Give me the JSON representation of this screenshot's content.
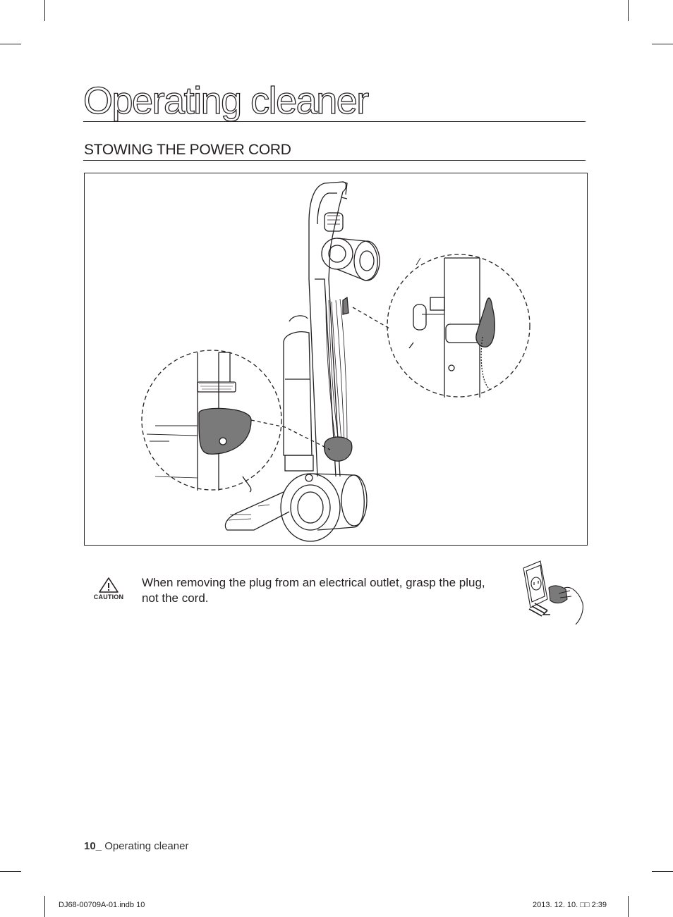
{
  "page": {
    "title": "Operating cleaner",
    "section_heading": "STOWING THE POWER CORD"
  },
  "caution": {
    "icon": "warning-triangle-icon",
    "label": "CAUTION",
    "text": "When removing the plug from an electrical outlet, grasp the plug, not the cord."
  },
  "footer": {
    "page_number": "10_",
    "chapter": " Operating cleaner"
  },
  "print_slug": {
    "file": "DJ68-00709A-01.indb   10",
    "date": "2013. 12. 10.   □□ 2:39"
  },
  "colors": {
    "text": "#231f20",
    "hook_gray": "#7a7a7a"
  }
}
